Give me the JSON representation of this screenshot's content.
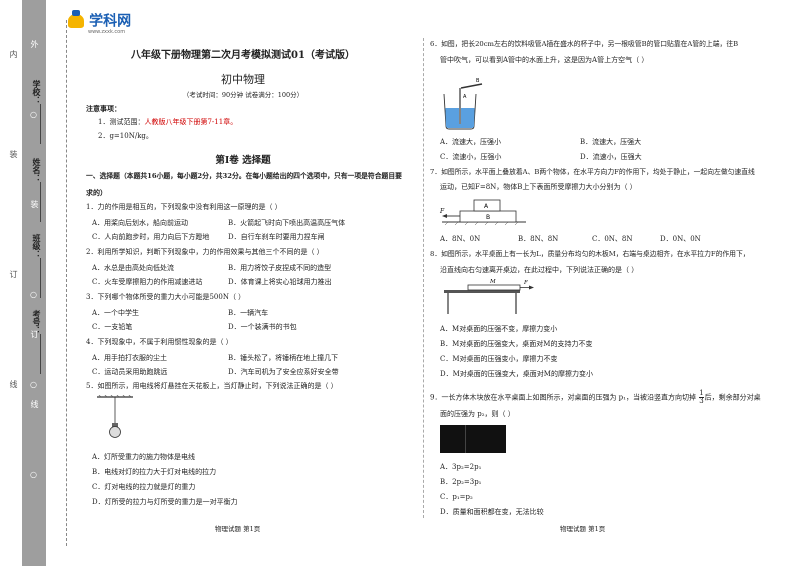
{
  "logo": {
    "brand": "学科网",
    "url": "www.zxxk.com"
  },
  "binding": {
    "labels_outer": [
      "外",
      "○",
      "装",
      "○",
      "订",
      "○",
      "线",
      "○"
    ],
    "labels_inner": [
      "内",
      "○",
      "装",
      "○",
      "订",
      "○",
      "线",
      "○"
    ],
    "fields": [
      "学校：",
      "姓名：",
      "班级：",
      "考号："
    ]
  },
  "header": {
    "title": "八年级下册物理第二次月考模拟测试01（考试版）",
    "subtitle": "初中物理",
    "meta": "（考试时间：90分钟   试卷满分：100分）"
  },
  "notes": {
    "heading": "注意事项：",
    "item1_prefix": "1．测试范围：",
    "item1_scope": "人教版八年级下册第7-11章。",
    "item2": "2．g=10N/kg。"
  },
  "section": {
    "title": "第Ⅰ卷   选择题",
    "intro1": "一、选择题（本题共16小题，每小题2分，共32分。在每小题给出的四个选项中，只有一项是符合题目要",
    "intro2": "求的）"
  },
  "questions": [
    {
      "stem": "1．力的作用是相互的，下列现象中没有利用这一原理的是（    ）",
      "options": [
        "A．用桨向后划水，船向前运动",
        "B．火箭起飞时向下喷出高温高压气体",
        "C．人向前跑步时，用力向后下方蹬地",
        "D．自行车刹车时要用力捏车闸"
      ]
    },
    {
      "stem": "2．利用所学知识，判断下列现象中，力的作用效果与其他三个不同的是（    ）",
      "options": [
        "A．水总是由高处向低处流",
        "B．用力将饺子皮捏成不同的造型",
        "C．火车受摩擦阻力的作用减速进站",
        "D．体育课上将实心铅球用力推出"
      ]
    },
    {
      "stem": "3．下列哪个物体所受的重力大小可能是500N（    ）",
      "options": [
        "A．一个中学生",
        "B．一辆汽车",
        "C．一支铅笔",
        "D．一个装满书的书包"
      ]
    },
    {
      "stem": "4．下列现象中，不属于利用惯性现象的是（    ）",
      "options": [
        "A．用手拍打衣服的尘土",
        "B．锤头松了，将锤柄在地上撞几下",
        "C．运动员采用助跑跳远",
        "D．汽车司机为了安全应系好安全带"
      ]
    },
    {
      "stem": "5．如图所示，用电线将灯悬挂在天花板上，当灯静止时，下列说法正确的是（    ）",
      "options": [
        "A．灯所受重力的施力物体是电线",
        "B．电线对灯的拉力大于灯对电线的拉力",
        "C．灯对电线的拉力就是灯的重力",
        "D．灯所受的拉力与灯所受的重力是一对平衡力"
      ]
    },
    {
      "stem1": "6．如图，把长20cm左右的饮料吸管A插在盛水的杯子中，另一根吸管B的管口贴靠在A管的上端，往B",
      "stem2": "管中吹气，可以看到A管中的水面上升，这是因为A管上方空气（    ）",
      "options": [
        "A．流速大，压强小",
        "B．流速大，压强大",
        "C．流速小，压强小",
        "D．流速小，压强大"
      ]
    },
    {
      "stem1": "7．如图所示，水平面上叠放着A、B两个物体，在水平方向力F的作用下，均处于静止，一起向左做匀速直线",
      "stem2": "运动，已知F=8N，物体B上下表面所受摩擦力大小分别为（    ）",
      "options": [
        "A．8N、0N",
        "B．8N、8N",
        "C．0N、8N",
        "D．0N、0N"
      ]
    },
    {
      "stem1": "8．如图所示，水平桌面上有一长为L，质量分布均匀的木板M，右端与桌边相齐，在水平拉力F的作用下，",
      "stem2": "沿直线向右匀速离开桌边，在此过程中，下列说法正确的是（    ）",
      "options": [
        "A．M对桌面的压强不变，摩擦力变小",
        "B．M对桌面的压强变大，桌面对M的支持力不变",
        "C．M对桌面的压强变小，摩擦力不变",
        "D．M对桌面的压强变大，桌面对M的摩擦力变小"
      ]
    },
    {
      "stem1": "9．一长方体木块放在水平桌面上如图所示，对桌面的压强为 p₁，当被沿竖直方向切掉",
      "frac_num": "1",
      "frac_den": "3",
      "stem1b": "后，剩余部分对桌",
      "stem2": "面的压强为 p₂，则（    ）",
      "options": [
        "A．3p₂=2p₁",
        "B．2p₂=3p₁",
        "C．p₁=p₂",
        "D．质量和面积都在变，无法比较"
      ]
    }
  ],
  "figures": {
    "q7_labels": [
      "F",
      "A",
      "B"
    ],
    "q8_labels": [
      "M",
      "F"
    ],
    "q6_labels": [
      "B",
      "A"
    ]
  },
  "footer": {
    "left": "物理试题    第1页",
    "right": "物理试题    第1页"
  }
}
